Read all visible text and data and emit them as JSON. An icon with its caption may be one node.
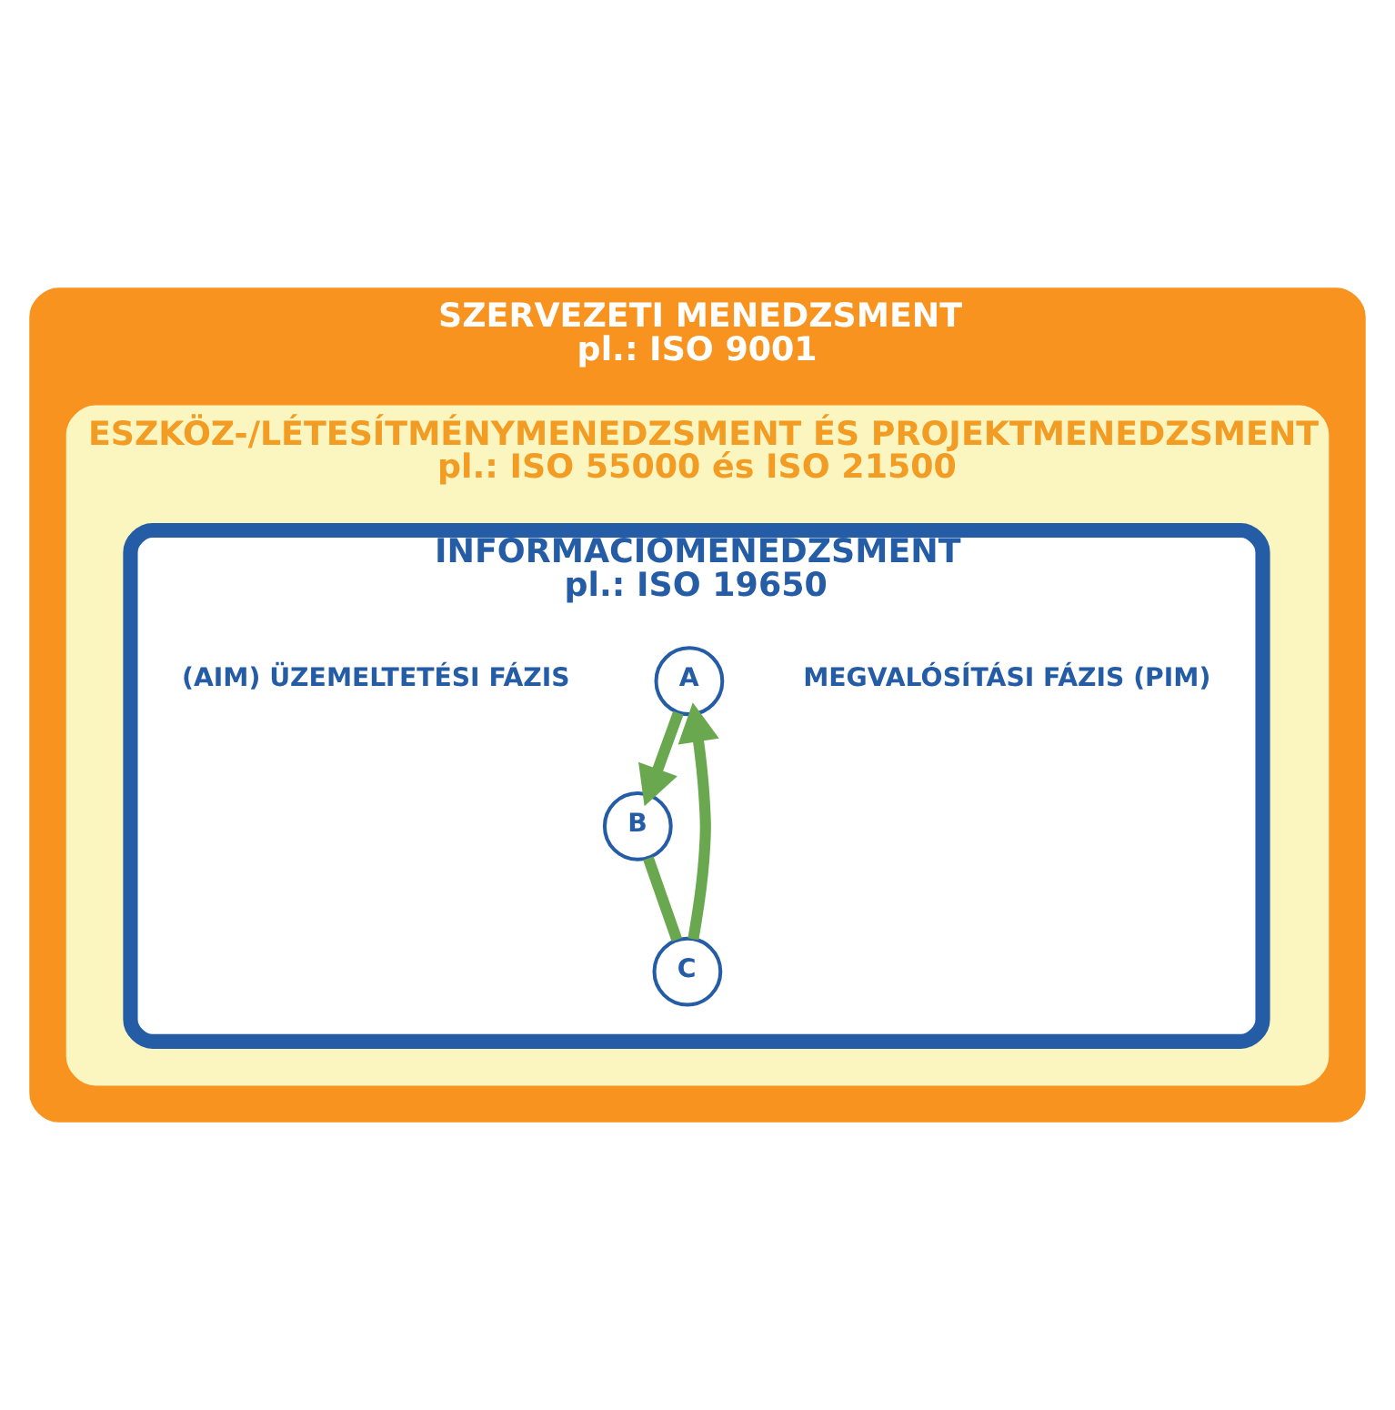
{
  "diagram": {
    "nodes": [
      {
        "text": [
          "SZERVEZETI MENEDZSMENT",
          "pl.: ISO 9001"
        ]
      },
      {
        "text": [
          "ESZKÖZ-/LÉTESÍTMÉNYMENEDZSMENT ÉS PROJEKTMENEDZSMENT",
          "pl.: ISO 55000 és ISO 21500"
        ],
        "in": 0
      },
      {
        "text": [
          "INFORMÁCIÓMENEDZSMENT",
          "pl.: ISO 19650"
        ],
        "in": 1
      },
      {
        "text": [
          "MEGVALÓSÍTÁSI FÁZIS (PIM)"
        ],
        "in": 2
      },
      {
        "text": [
          "A"
        ],
        "in": 2
      },
      {
        "text": [
          "B"
        ],
        "in": 2
      },
      {
        "text": [
          "C"
        ],
        "in": 2
      },
      {
        "text": [
          "(AIM) ÜZEMELTETÉSI FÁZIS"
        ],
        "in": 2
      }
    ],
    "edges": [
      {
        "from": 4,
        "to": 5,
        "arrow": "to"
      },
      {
        "from": 5,
        "to": 6,
        "arrow": "none"
      },
      {
        "from": 6,
        "to": 4,
        "arrow": "to"
      }
    ]
  }
}
